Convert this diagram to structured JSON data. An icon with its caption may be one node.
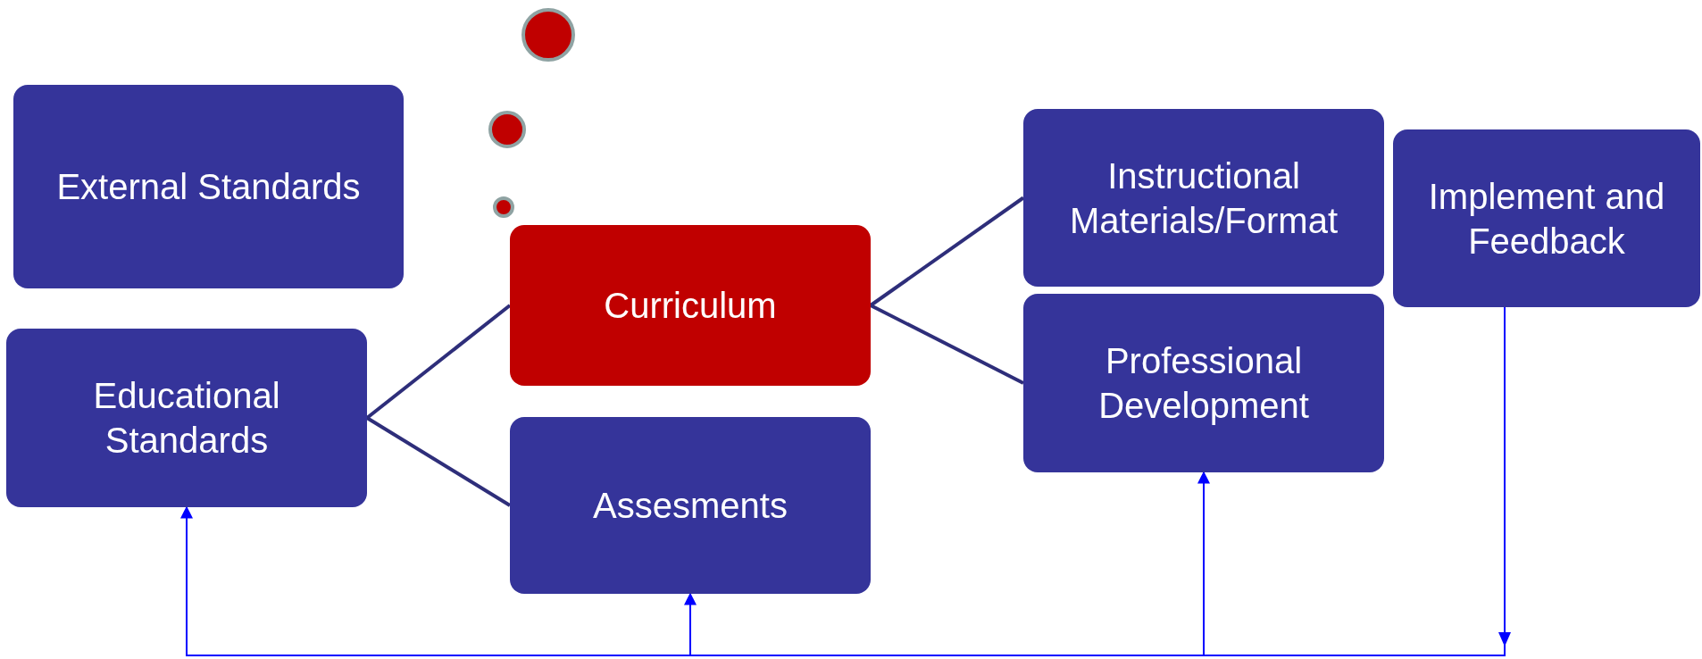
{
  "diagram": {
    "nodes": [
      {
        "text": [
          "External Standards"
        ]
      },
      {
        "text": [
          "Educational Standards"
        ]
      },
      {
        "text": [
          "Curriculum"
        ]
      },
      {
        "text": [
          "Assesments"
        ]
      },
      {
        "text": [
          "Instructional Materials/Format"
        ]
      },
      {
        "text": [
          "Professional Development"
        ]
      },
      {
        "text": [
          "Implement and Feedback"
        ]
      }
    ],
    "edges": [
      {
        "from": 1,
        "to": 2,
        "arrow": "none"
      },
      {
        "from": 1,
        "to": 3,
        "arrow": "none"
      },
      {
        "from": 2,
        "to": 4,
        "arrow": "none"
      },
      {
        "from": 2,
        "to": 5,
        "arrow": "none"
      },
      {
        "from": 6,
        "to": 1,
        "arrow": "to",
        "color": "#0000ff"
      },
      {
        "from": 6,
        "to": 3,
        "arrow": "to",
        "color": "#0000ff"
      },
      {
        "from": 6,
        "to": 5,
        "arrow": "to",
        "color": "#0000ff"
      }
    ]
  }
}
